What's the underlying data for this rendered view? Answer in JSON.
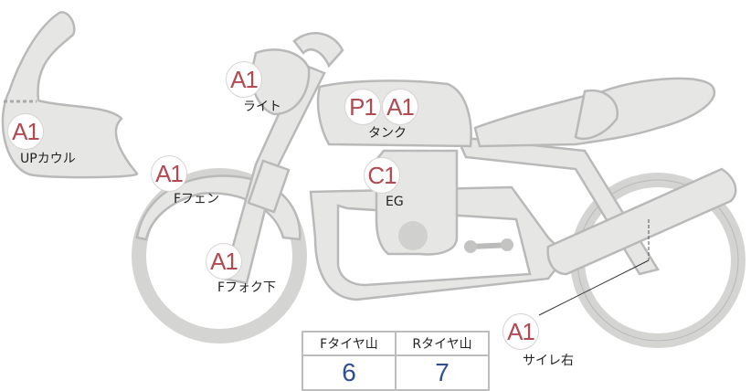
{
  "parts": [
    {
      "code": "A1",
      "label": "UPカウル"
    },
    {
      "code": "A1",
      "label": "ライト"
    },
    {
      "code": "P1",
      "code2": "A1",
      "label": "タンク"
    },
    {
      "code": "A1",
      "label": "Fフェン"
    },
    {
      "code": "C1",
      "label": "EG"
    },
    {
      "code": "A1",
      "label": "Fフォク下"
    },
    {
      "code": "A1",
      "label": "サイレ右"
    }
  ],
  "tires": {
    "front_label": "Fタイヤ山",
    "rear_label": "Rタイヤ山",
    "front_value": "6",
    "rear_value": "7"
  },
  "colors": {
    "part_fill": "#e6e6e4",
    "part_stroke": "#b9b9b9",
    "code_text": "#b24a52",
    "value_text": "#2f4f8f"
  }
}
